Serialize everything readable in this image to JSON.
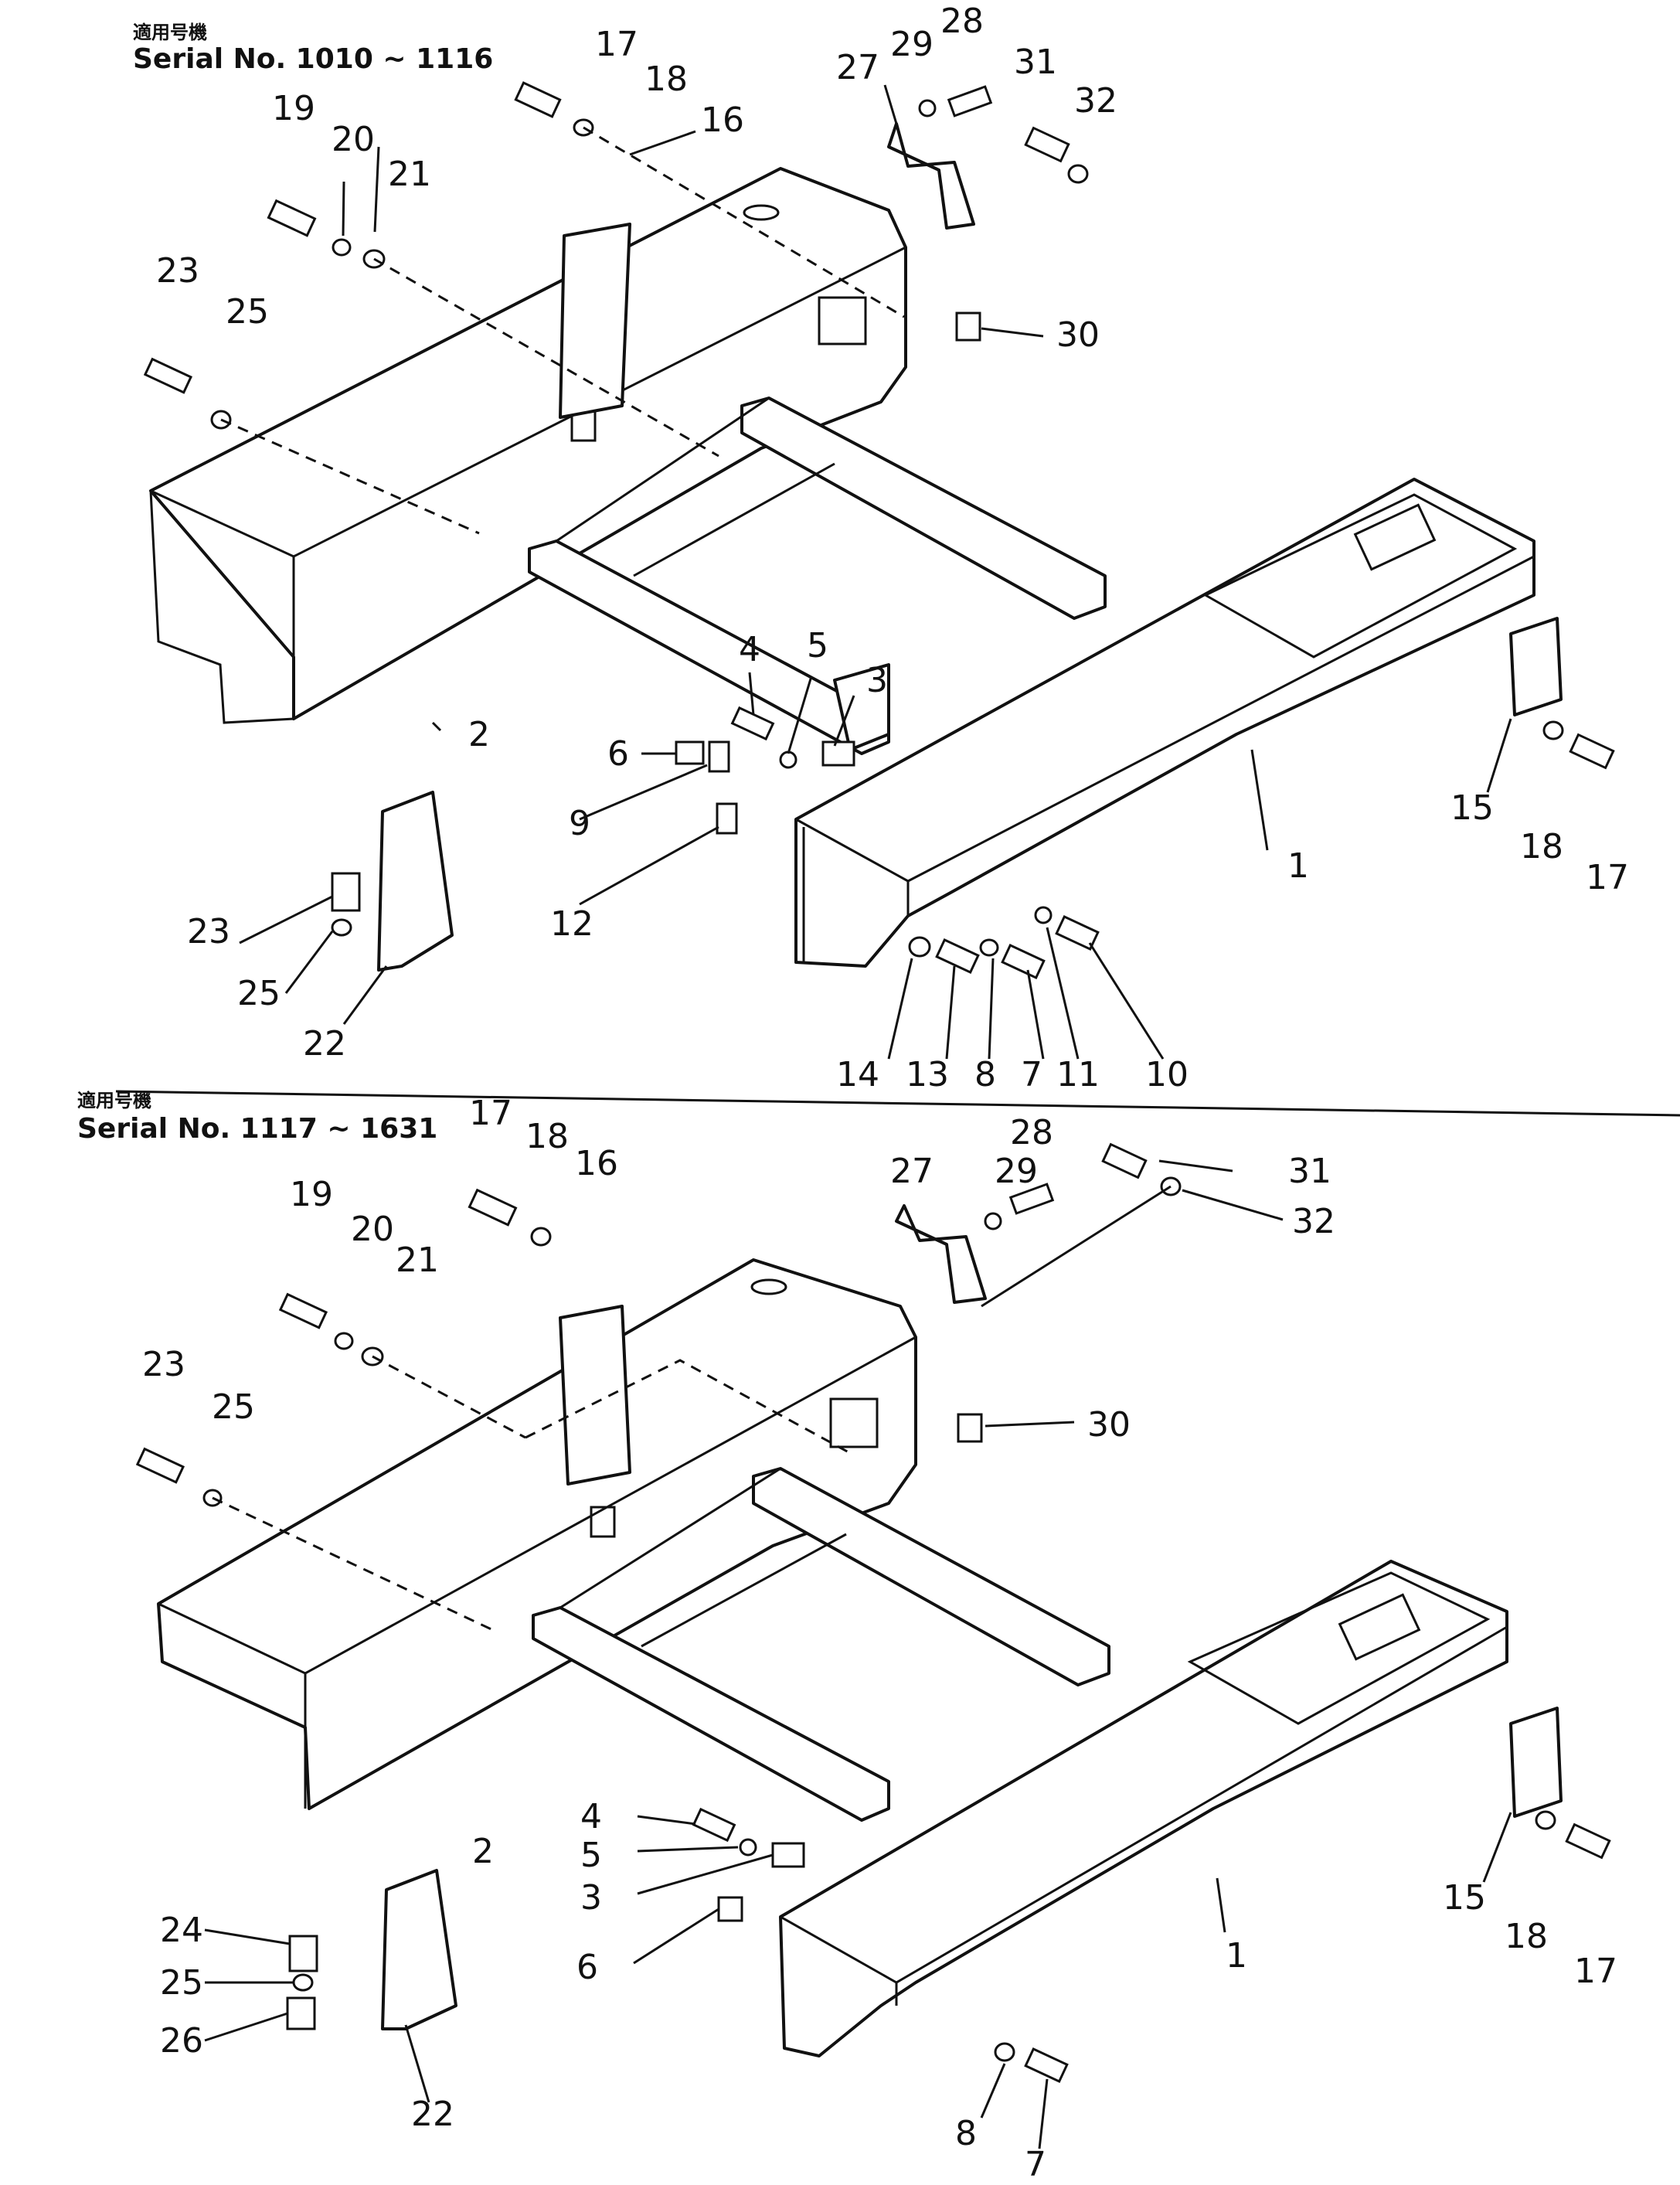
{
  "upper": {
    "header_label": "適用号機",
    "serial": "Serial  No. 1010 ~ 1116",
    "callouts": [
      "17",
      "18",
      "16",
      "27",
      "29",
      "28",
      "31",
      "32",
      "19",
      "20",
      "21",
      "23",
      "25",
      "30",
      "4",
      "5",
      "3",
      "6",
      "9",
      "12",
      "2",
      "1",
      "15",
      "18",
      "17",
      "23",
      "25",
      "22",
      "14",
      "13",
      "8",
      "7",
      "11",
      "10"
    ]
  },
  "lower": {
    "header_label": "適用号機",
    "serial": "Serial  No. 1117 ~ 1631",
    "callouts": [
      "17",
      "18",
      "16",
      "29",
      "28",
      "31",
      "27",
      "32",
      "19",
      "20",
      "21",
      "23",
      "25",
      "30",
      "4",
      "5",
      "3",
      "6",
      "2",
      "1",
      "15",
      "18",
      "17",
      "24",
      "25",
      "26",
      "22",
      "8",
      "7"
    ]
  }
}
